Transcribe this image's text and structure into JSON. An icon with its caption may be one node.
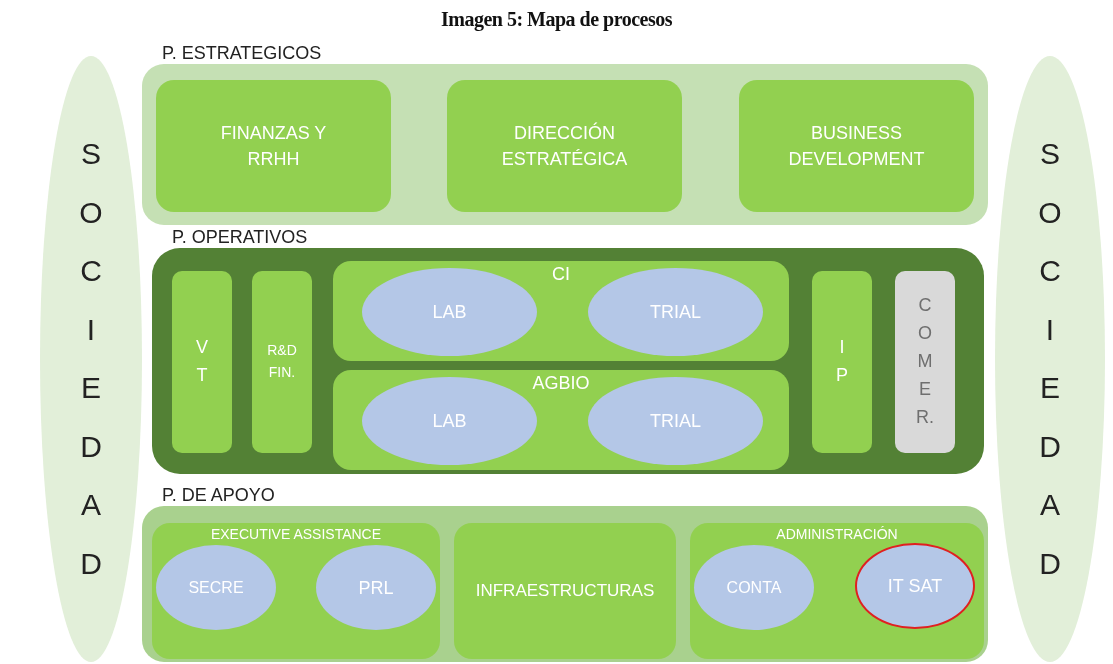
{
  "diagram": {
    "title": "Imagen 5: Mapa de procesos",
    "nodes": [
      {
        "text": [
          "S O C I E D A D"
        ]
      },
      {
        "text": [
          "P. ESTRATEGICOS"
        ]
      },
      {
        "text": [
          "FINANZAS Y RRHH"
        ],
        "in": 1
      },
      {
        "text": [
          "DIRECCIÓN ESTRATÉGICA"
        ],
        "in": 1
      },
      {
        "text": [
          "BUSINESS DEVELOPMENT"
        ],
        "in": 1
      },
      {
        "text": [
          "P. OPERATIVOS"
        ]
      },
      {
        "text": [
          "V T"
        ],
        "in": 5
      },
      {
        "text": [
          "R&D FIN."
        ],
        "in": 5
      },
      {
        "text": [
          "CI"
        ],
        "in": 5
      },
      {
        "text": [
          "LAB"
        ],
        "in": 8
      },
      {
        "text": [
          "TRIAL"
        ],
        "in": 8
      },
      {
        "text": [
          "AGBIO"
        ],
        "in": 5
      },
      {
        "text": [
          "LAB"
        ],
        "in": 11
      },
      {
        "text": [
          "TRIAL"
        ],
        "in": 11
      },
      {
        "text": [
          "I P"
        ],
        "in": 5
      },
      {
        "text": [
          "C O M E R."
        ],
        "in": 5
      },
      {
        "text": [
          "P. DE APOYO"
        ]
      },
      {
        "text": [
          "EXECUTIVE ASSISTANCE"
        ],
        "in": 16
      },
      {
        "text": [
          "SECRE"
        ],
        "in": 17
      },
      {
        "text": [
          "PRL"
        ],
        "in": 17
      },
      {
        "text": [
          "INFRAESTRUCTURAS"
        ],
        "in": 16
      },
      {
        "text": [
          "ADMINISTRACIÓN"
        ],
        "in": 16
      },
      {
        "text": [
          "CONTA"
        ],
        "in": 21
      },
      {
        "text": [
          "IT SAT"
        ],
        "in": 21
      },
      {
        "text": [
          "S O C I E D A D"
        ]
      }
    ]
  }
}
